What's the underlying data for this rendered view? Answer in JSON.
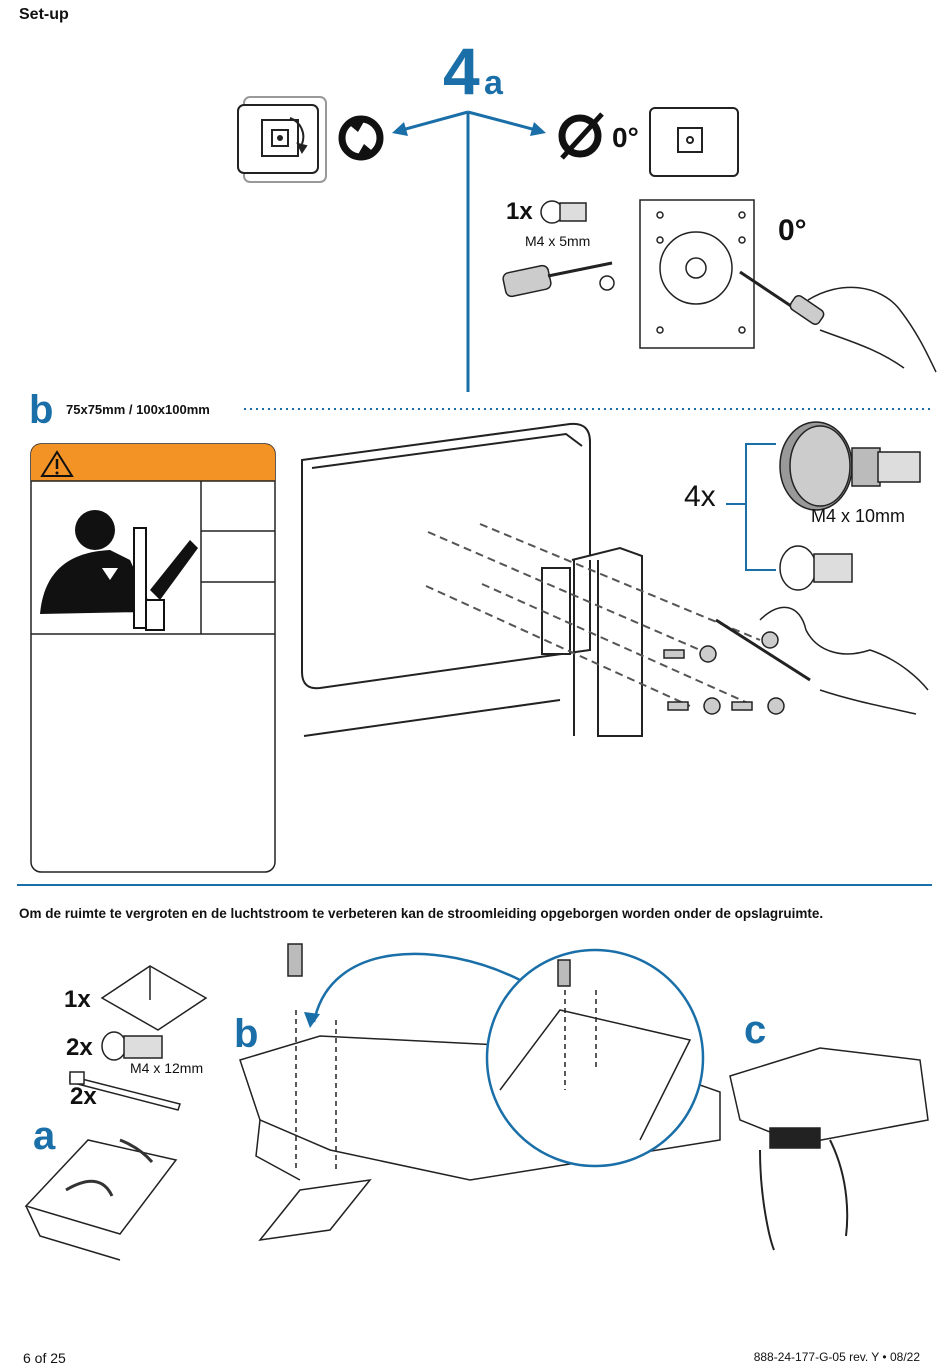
{
  "page": {
    "section_title": "Set-up",
    "footer_page": "6 of 25",
    "footer_doc": "888-24-177-G-05 rev. Y • 08/22"
  },
  "step4a": {
    "number": "4",
    "suffix": "a",
    "rotate_angle": "0°",
    "adapter_angle": "0°",
    "screw_qty": "1x",
    "screw_label": "M4 x 5mm"
  },
  "step_b": {
    "letter": "b",
    "vesa_label": "75x75mm / 100x100mm",
    "screw_qty": "4x",
    "screw_label": "M4 x 10mm"
  },
  "cable_section": {
    "note": "Om de ruimte te vergroten en de luchtstroom te verbeteren kan de stroomleiding opgeborgen worden onder de opslagruimte.",
    "bracket_qty": "1x",
    "screw_qty": "2x",
    "screw_label": "M4 x 12mm",
    "tie_qty": "2x",
    "letter_a": "a",
    "letter_b": "b",
    "letter_c": "c"
  },
  "colors": {
    "accent": "#1a6fa8",
    "warning": "#f39325"
  }
}
